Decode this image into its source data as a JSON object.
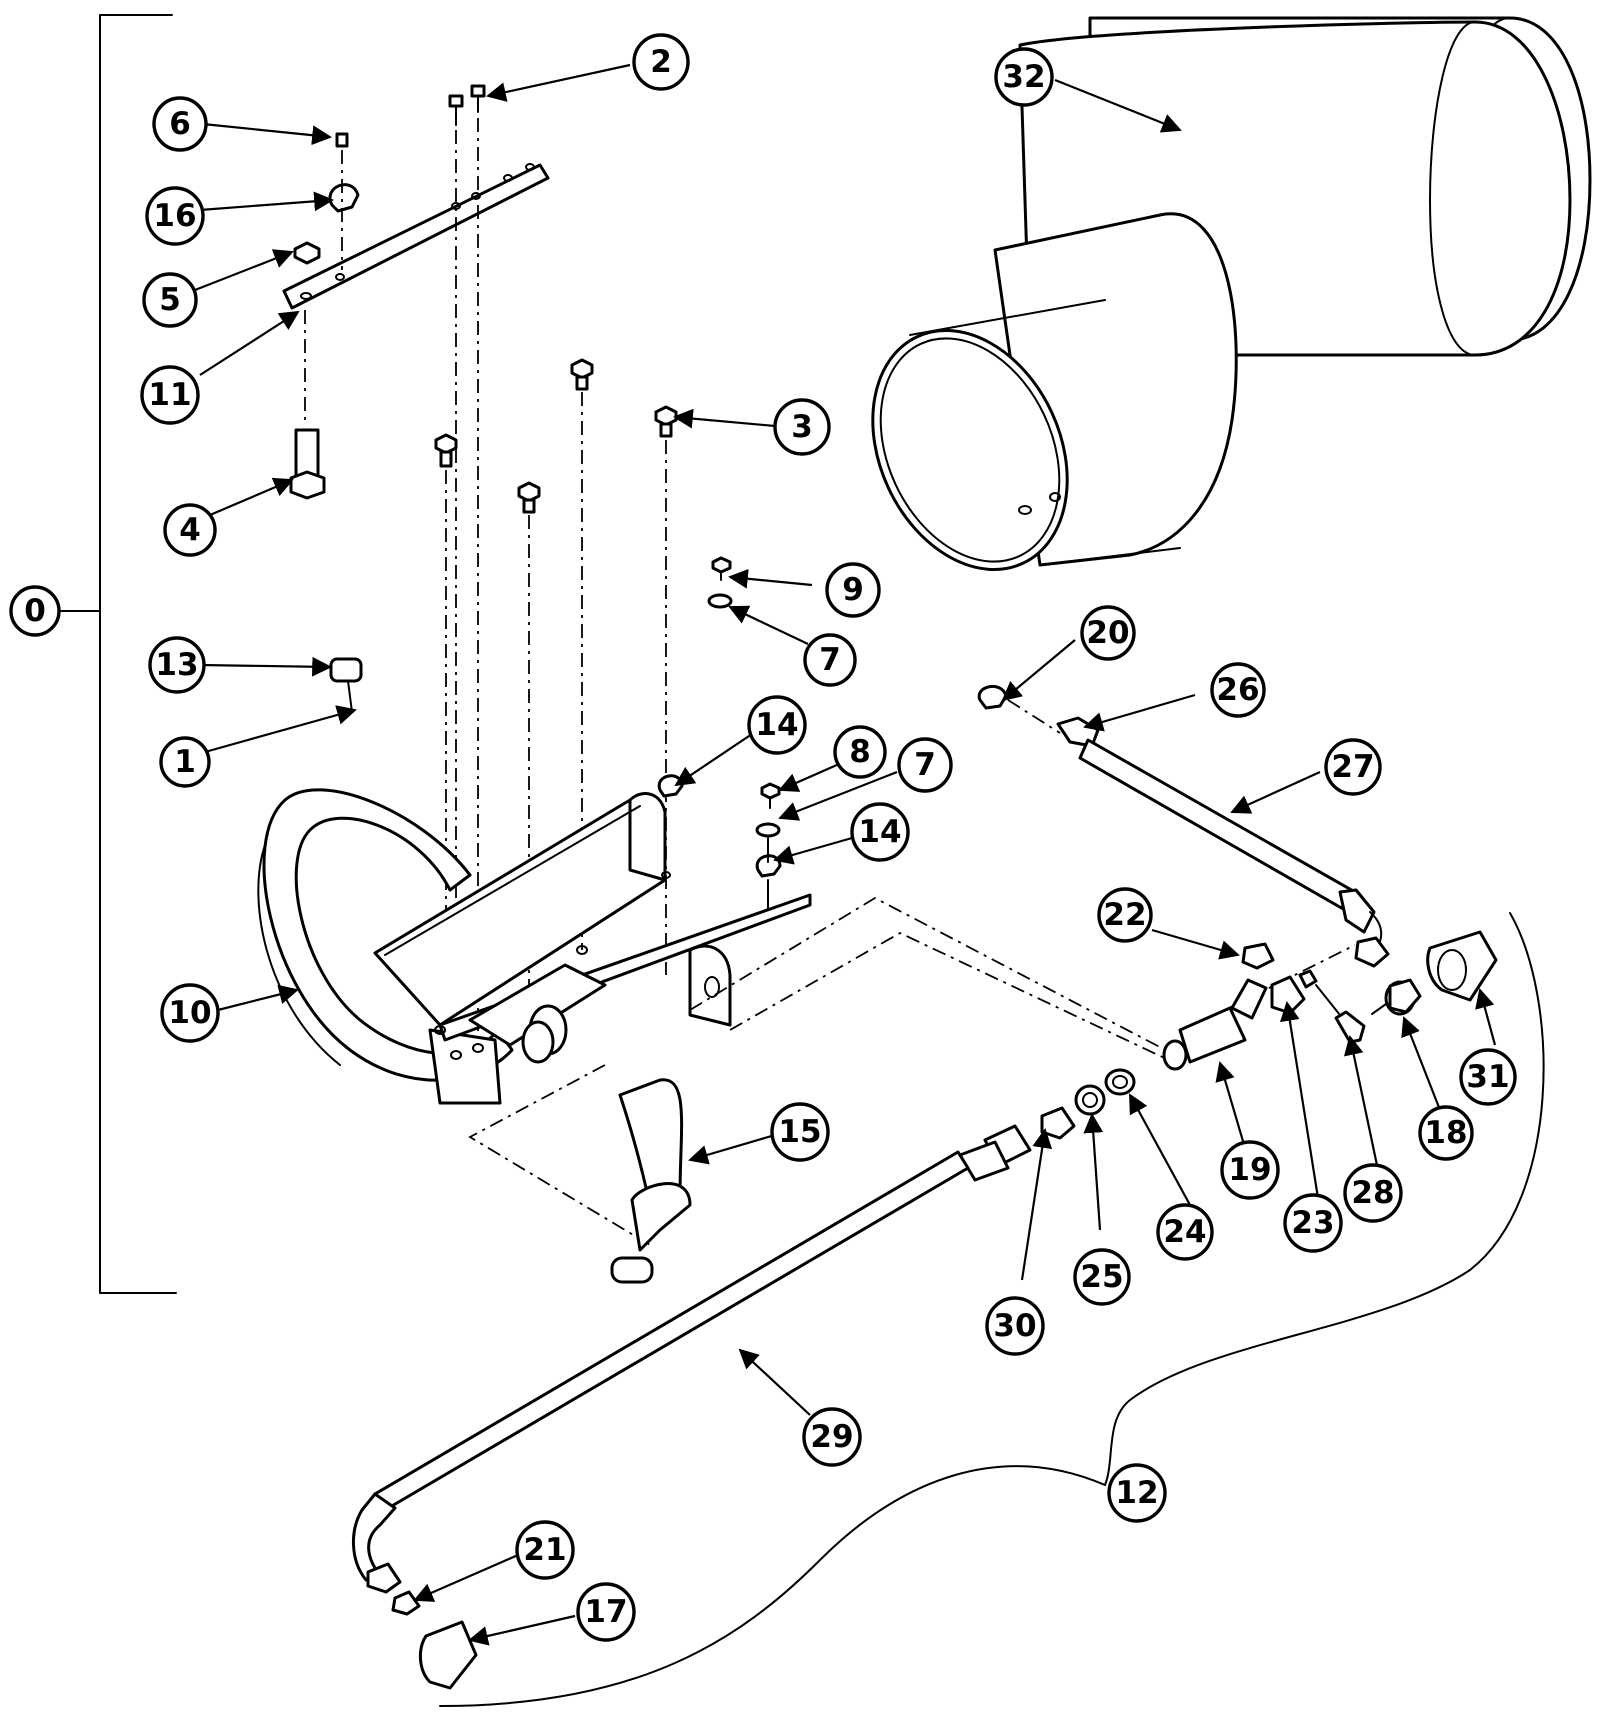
{
  "callouts": [
    {
      "label": "0"
    },
    {
      "label": "1"
    },
    {
      "label": "2"
    },
    {
      "label": "3"
    },
    {
      "label": "4"
    },
    {
      "label": "5"
    },
    {
      "label": "6"
    },
    {
      "label": "7"
    },
    {
      "label": "7"
    },
    {
      "label": "8"
    },
    {
      "label": "9"
    },
    {
      "label": "10"
    },
    {
      "label": "11"
    },
    {
      "label": "12"
    },
    {
      "label": "13"
    },
    {
      "label": "14"
    },
    {
      "label": "14"
    },
    {
      "label": "15"
    },
    {
      "label": "16"
    },
    {
      "label": "17"
    },
    {
      "label": "18"
    },
    {
      "label": "19"
    },
    {
      "label": "20"
    },
    {
      "label": "21"
    },
    {
      "label": "22"
    },
    {
      "label": "23"
    },
    {
      "label": "24"
    },
    {
      "label": "25"
    },
    {
      "label": "26"
    },
    {
      "label": "27"
    },
    {
      "label": "28"
    },
    {
      "label": "29"
    },
    {
      "label": "30"
    },
    {
      "label": "31"
    },
    {
      "label": "32"
    }
  ]
}
